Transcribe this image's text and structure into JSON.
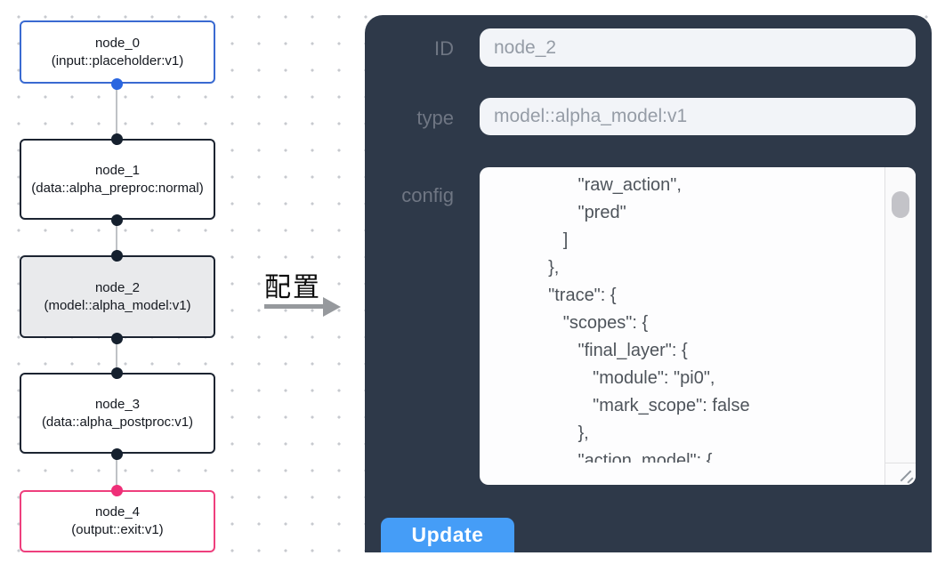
{
  "canvas": {
    "nodes": [
      {
        "title": "node_0",
        "subtitle": "(input::placeholder:v1)",
        "kind": "input"
      },
      {
        "title": "node_1",
        "subtitle": "(data::alpha_preproc:normal)",
        "kind": "default"
      },
      {
        "title": "node_2",
        "subtitle": "(model::alpha_model:v1)",
        "kind": "selected"
      },
      {
        "title": "node_3",
        "subtitle": "(data::alpha_postproc:v1)",
        "kind": "default"
      },
      {
        "title": "node_4",
        "subtitle": "(output::exit:v1)",
        "kind": "output"
      }
    ],
    "colors": {
      "input_accent": "#3a6ad1",
      "default_accent": "#1c2431",
      "selected_fill": "#e9eaec",
      "output_accent": "#ee3f7d",
      "edge": "#bfc2c6"
    }
  },
  "annotation": {
    "label": "配置",
    "arrow_color": "#96999d"
  },
  "panel": {
    "background": "#2e3949",
    "id_label": "ID",
    "id_value": "node_2",
    "type_label": "type",
    "type_value": "model::alpha_model:v1",
    "config_label": "config",
    "config_lines": [
      "                 \"raw_action\",",
      "                 \"pred\"",
      "              ]",
      "           },",
      "           \"trace\": {",
      "              \"scopes\": {",
      "                 \"final_layer\": {",
      "                    \"module\": \"pi0\",",
      "                    \"mark_scope\": false",
      "                 },",
      "                 \"action_model\": {"
    ],
    "update_label": "Update",
    "button_color": "#459df7"
  }
}
